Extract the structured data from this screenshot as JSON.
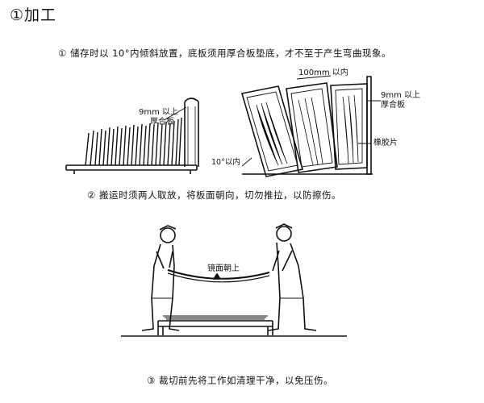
{
  "section": {
    "title": "①加工"
  },
  "steps": [
    {
      "text": "① 储存时以 10°内倾斜放置，底板须用厚合板垫底，才不至于产生弯曲现象。"
    },
    {
      "text": "② 搬运时须两人取放，将板面朝向，切勿推拉，以防擦伤。"
    },
    {
      "text": "③ 裁切前先将工作如清理干净，以免压伤。"
    }
  ],
  "figure1": {
    "label_plywood_line1": "9mm 以上",
    "label_plywood_line2": "厚合板"
  },
  "figure2": {
    "label_spacing": "100mm 以内",
    "label_plywood_line1": "9mm 以上",
    "label_plywood_line2": "厚合板",
    "label_rubber": "橡胶片",
    "label_angle": "10°以内"
  },
  "figure3": {
    "label_mirror_up": "镜面朝上"
  }
}
